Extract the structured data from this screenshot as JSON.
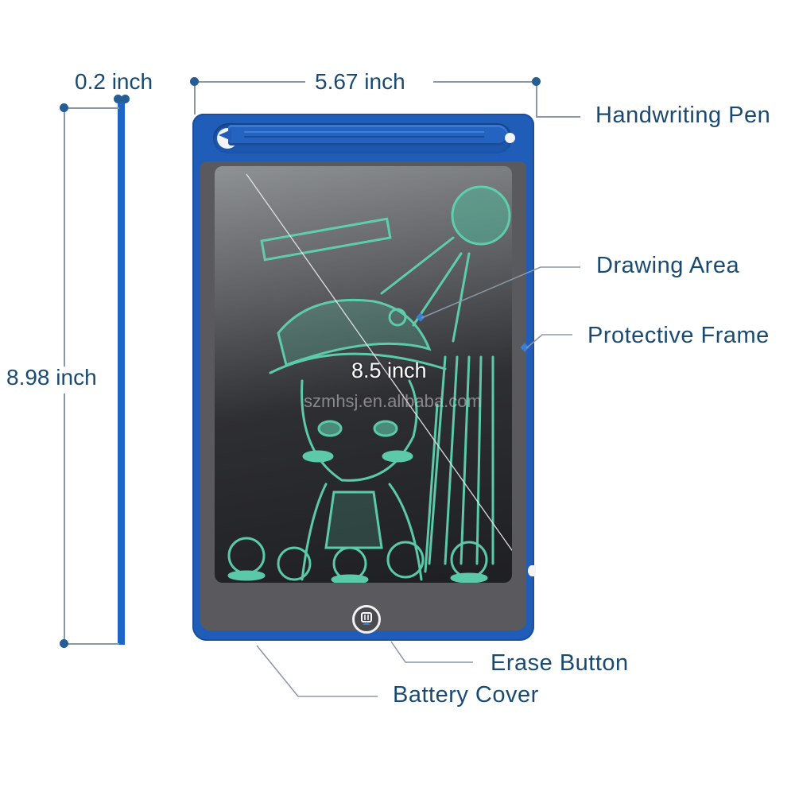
{
  "dimensions": {
    "thickness": "0.2 inch",
    "width": "5.67 inch",
    "height": "8.98 inch",
    "diagonal": "8.5 inch"
  },
  "callouts": {
    "handwriting_pen": "Handwriting Pen",
    "drawing_area": "Drawing Area",
    "protective_frame": "Protective Frame",
    "erase_button": "Erase Button",
    "battery_cover": "Battery Cover"
  },
  "watermark": "szmhsj.en.alibaba.com",
  "colors": {
    "frame_blue": "#1f5db8",
    "label_text": "#1a4a72",
    "dim_dot": "#255e94",
    "drawing_green": "#5fd3b0",
    "leader_line": "#8a98a6"
  },
  "icons": {
    "erase": "erase-icon",
    "dimension_dot": "dimension-dot-icon"
  }
}
